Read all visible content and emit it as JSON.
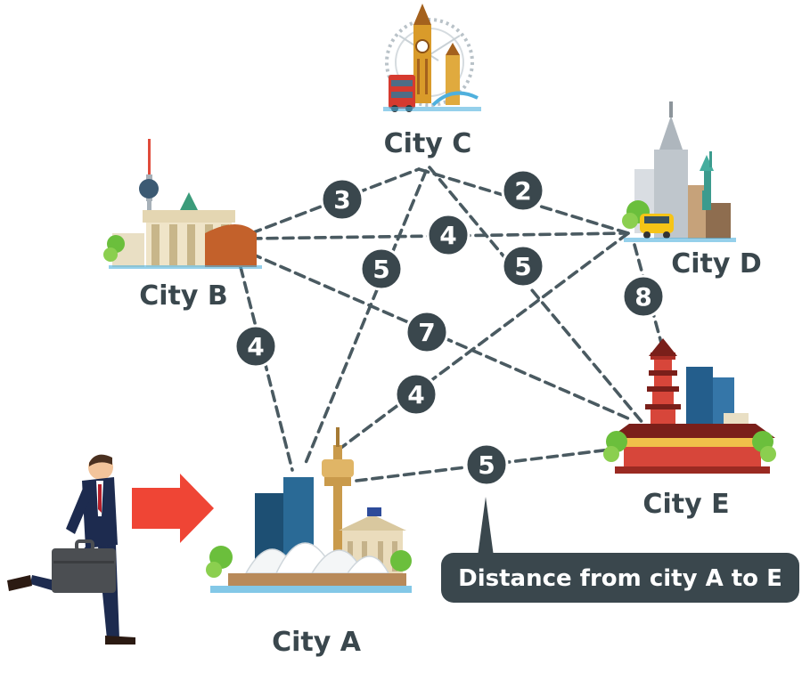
{
  "cities": {
    "A": {
      "name": "City A",
      "landmark": "sydney-opera-house"
    },
    "B": {
      "name": "City B",
      "landmark": "brandenburg-gate-tv-tower"
    },
    "C": {
      "name": "City C",
      "landmark": "big-ben-london-eye"
    },
    "D": {
      "name": "City D",
      "landmark": "statue-of-liberty-empire-state"
    },
    "E": {
      "name": "City E",
      "landmark": "chinese-pagoda"
    }
  },
  "edges": [
    {
      "from": "B",
      "to": "C",
      "distance": "3"
    },
    {
      "from": "C",
      "to": "D",
      "distance": "2"
    },
    {
      "from": "B",
      "to": "D",
      "distance": "4"
    },
    {
      "from": "C",
      "to": "A",
      "distance": "5"
    },
    {
      "from": "C",
      "to": "E",
      "distance": "5"
    },
    {
      "from": "D",
      "to": "E",
      "distance": "8"
    },
    {
      "from": "B",
      "to": "E",
      "distance": "7"
    },
    {
      "from": "B",
      "to": "A",
      "distance": "4"
    },
    {
      "from": "D",
      "to": "A",
      "distance": "4"
    },
    {
      "from": "A",
      "to": "E",
      "distance": "5"
    }
  ],
  "callout": {
    "text": "Distance from city A to E"
  },
  "colors": {
    "edge": "#4a5a61",
    "badge": "#3a474d",
    "label": "#3a474d",
    "arrow": "#ef4535"
  },
  "icons": [
    "businessman-running-icon",
    "arrow-right-icon"
  ]
}
